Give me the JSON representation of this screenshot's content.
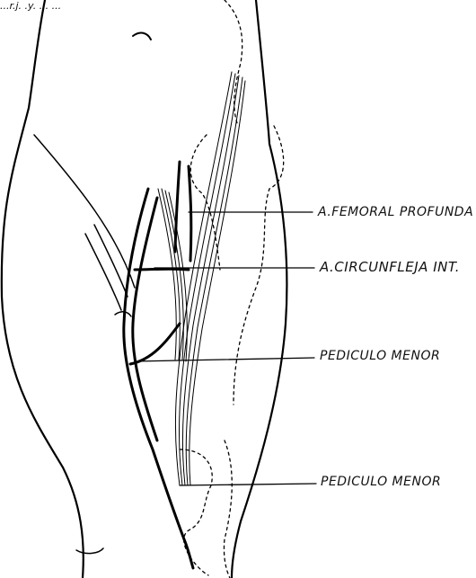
{
  "labels": {
    "femoral_profunda": "A.FEMORAL PROFUNDA",
    "circunfleja": "A.CIRCUNFLEJA INT.",
    "pediculo_1": "PEDICULO MENOR",
    "pediculo_2": "PEDICULO MENOR"
  },
  "corner_fragment": "...r.j. .y. ... ..."
}
